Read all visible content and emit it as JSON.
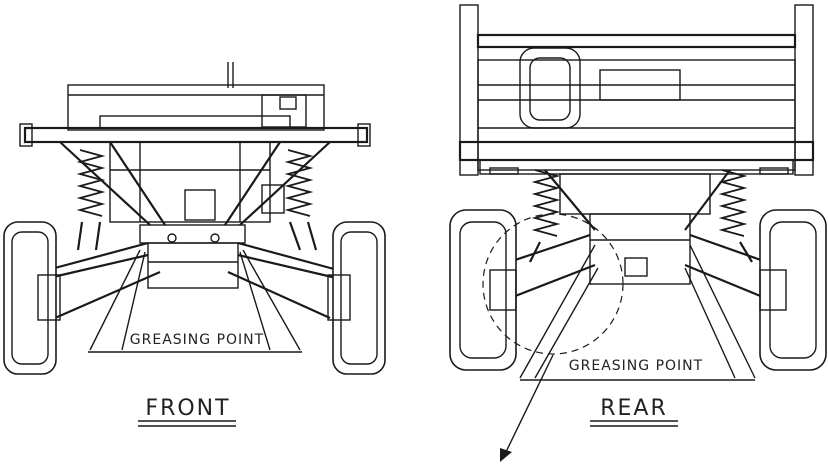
{
  "front": {
    "view_label": "FRONT",
    "callout_label": "GREASING POINT"
  },
  "rear": {
    "view_label": "REAR",
    "callout_label": "GREASING POINT"
  }
}
